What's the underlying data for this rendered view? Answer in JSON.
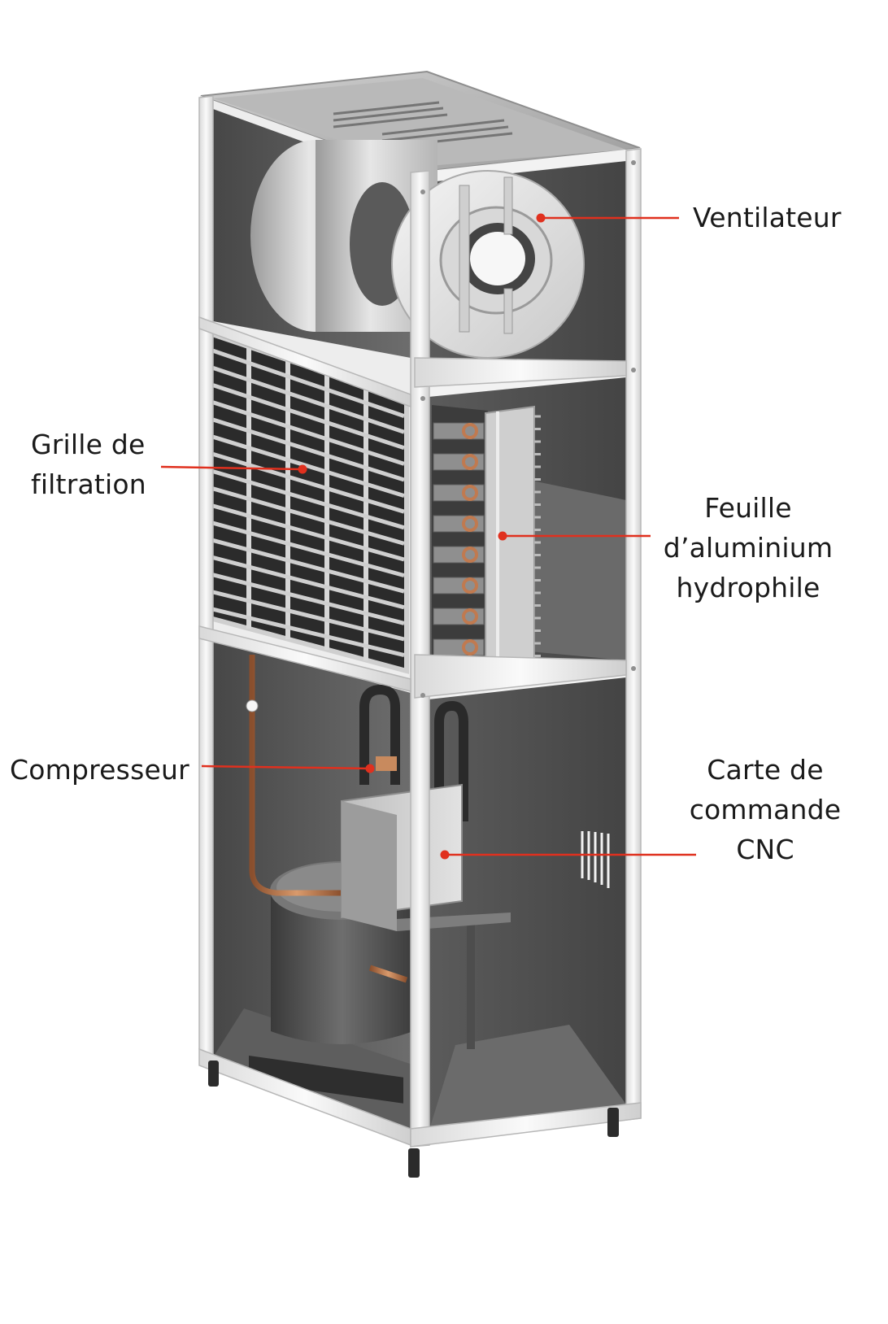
{
  "colors": {
    "background": "#ffffff",
    "callout_line": "#e0301e",
    "callout_dot": "#e0301e",
    "frame": "#f0f0f0",
    "frame_edge": "#b8b8b8",
    "panel_dark": "#555555",
    "copper": "#c07a50"
  },
  "callouts": {
    "ventilateur": {
      "lines": [
        "Ventilateur"
      ]
    },
    "grille": {
      "lines": [
        "Grille de",
        "filtration"
      ]
    },
    "feuille": {
      "lines": [
        "Feuille",
        "d’aluminium",
        "hydrophile"
      ]
    },
    "compresseur": {
      "lines": [
        "Compresseur"
      ]
    },
    "carte": {
      "lines": [
        "Carte de",
        "commande",
        "CNC"
      ]
    }
  },
  "illustration": {
    "subject": "Cutaway of a vertical air-handling cabinet",
    "parts_icons": [
      "fan-icon",
      "filter-grille-icon",
      "aluminium-fin-coil-icon",
      "compressor-icon",
      "control-board-icon"
    ]
  }
}
